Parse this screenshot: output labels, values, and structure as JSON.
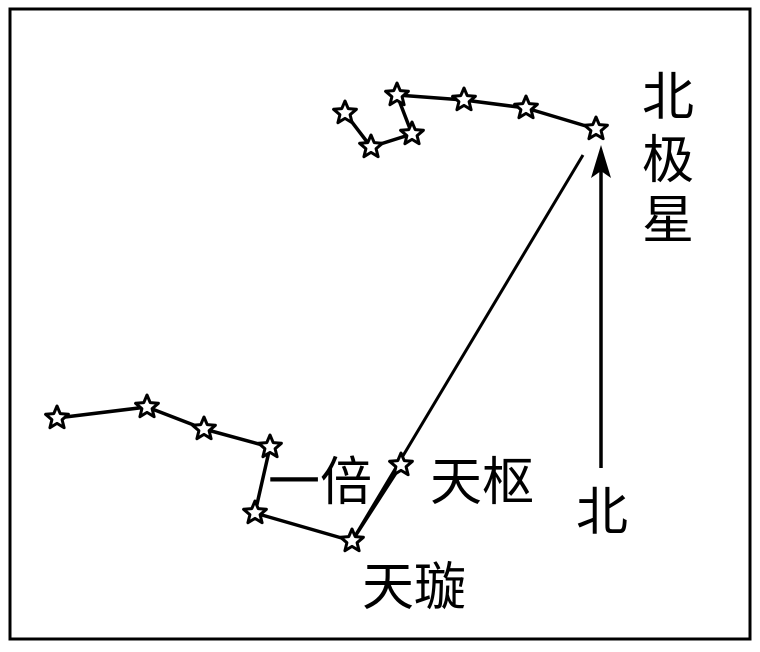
{
  "labels": {
    "polaris": [
      "北",
      "极",
      "星"
    ],
    "one_times": "一倍",
    "tianshu": "天枢",
    "tianxuan": "天璇",
    "north": "北"
  },
  "colors": {
    "ink": "#000000",
    "background": "#ffffff"
  }
}
